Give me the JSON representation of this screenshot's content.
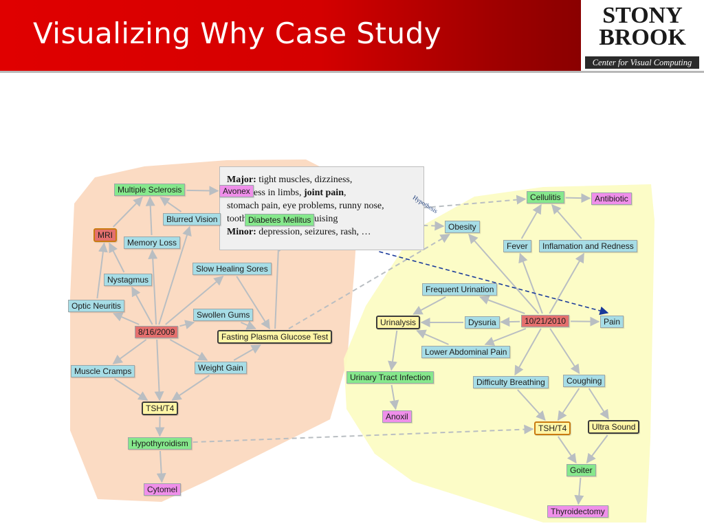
{
  "slide": {
    "title": "Visualizing Why Case Study"
  },
  "logo": {
    "line1": "STONY",
    "line2": "BROOK",
    "subtitle": "Center for Visual Computing"
  },
  "infobox": {
    "major_label": "Major:",
    "major_line1": "tight muscles, dizziness,",
    "major_line2_pre": "numbness in limbs,",
    "major_line2_bold": "joint pain",
    "major_line2_post": ",",
    "major_line3": "stomach pain, eye problems, runny nose,",
    "major_line4": "toothache, hair loss, bruising",
    "minor_label": "Minor:",
    "minor_text": "depression, seizures, rash, …"
  },
  "hypothesis_label": "Hypothesis",
  "colors": {
    "header_red": "#e00000",
    "left_region": "#fbd9c0",
    "right_region": "#fcfcc4",
    "test_node_outline": "#3b3b3b",
    "date_node": "#e4706e",
    "hypothesis_arrow": "#1a3a9a"
  },
  "nodes": {
    "multiple_sclerosis": "Multiple Sclerosis",
    "avonex": "Avonex",
    "mri": "MRI",
    "blurred_vision": "Blurred Vision",
    "diabetes_mellitus": "Diabetes Mellitus",
    "memory_loss": "Memory Loss",
    "nystagmus": "Nystagmus",
    "slow_healing_sores": "Slow Healing Sores",
    "optic_neuritis": "Optic Neuritis",
    "swollen_gums": "Swollen Gums",
    "date_left": "8/16/2009",
    "fasting_plasma_glucose_test": "Fasting Plasma Glucose Test",
    "muscle_cramps": "Muscle Cramps",
    "weight_gain": "Weight Gain",
    "tsh_t4_left": "TSH/T4",
    "hypothyroidism": "Hypothyroidism",
    "cytomel": "Cytomel",
    "cellulitis": "Cellulitis",
    "antibiotic": "Antibiotic",
    "obesity": "Obesity",
    "fever": "Fever",
    "inflamation_and_redness": "Inflamation and Redness",
    "frequent_urination": "Frequent Urination",
    "urinalysis": "Urinalysis",
    "dysuria": "Dysuria",
    "date_right": "10/21/2010",
    "pain": "Pain",
    "lower_abdominal_pain": "Lower Abdominal Pain",
    "urinary_tract_infection": "Urinary Tract Infection",
    "difficulty_breathing": "Difficulty Breathing",
    "coughing": "Coughing",
    "anoxil": "Anoxil",
    "tsh_t4_right": "TSH/T4",
    "ultra_sound": "Ultra Sound",
    "goiter": "Goiter",
    "thyroidectomy": "Thyroidectomy"
  }
}
